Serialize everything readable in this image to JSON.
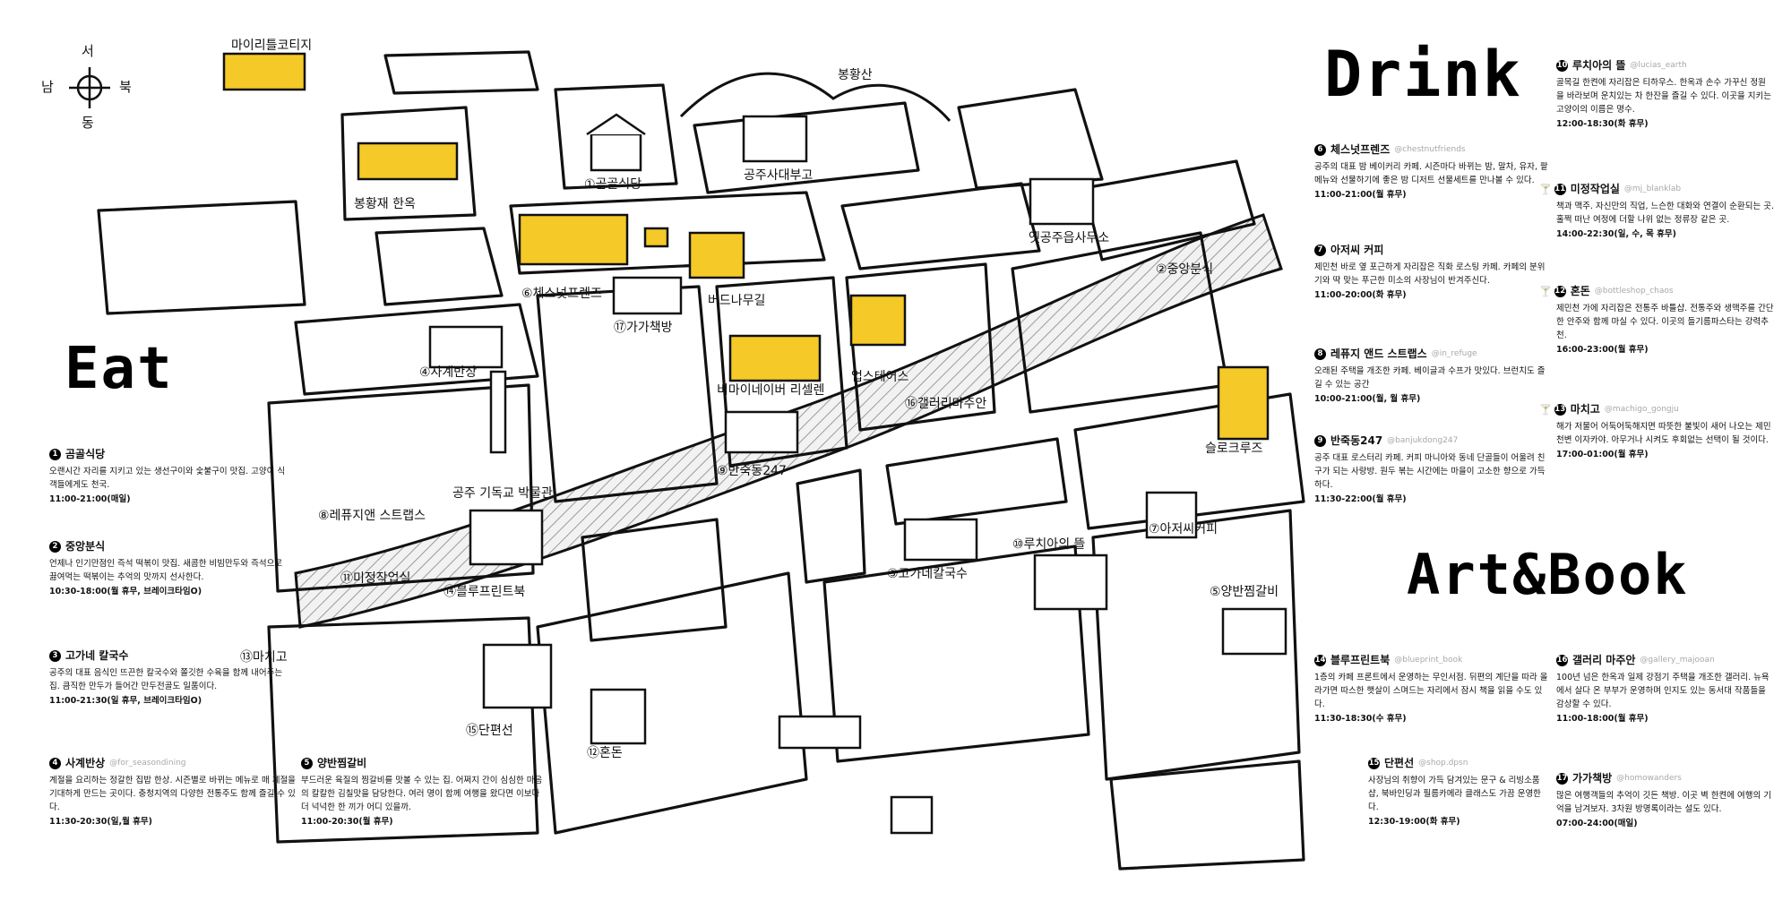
{
  "compass": {
    "north": "북",
    "south": "남",
    "east": "동",
    "west": "서"
  },
  "colors": {
    "accent": "#f5c927",
    "line": "#111111",
    "river": "#e6e6e6"
  },
  "sections": {
    "eat": "Eat",
    "drink": "Drink",
    "art": "Art&Book"
  },
  "map_labels": {
    "bonghwang": "봉황산",
    "hanok": "봉황재 한옥",
    "mairi": "마이리틀코티지",
    "gomgol": "①곰골식당",
    "gongju_office": "공주사대부고",
    "old_office": "옛공주읍사무소",
    "chestnut": "⑥체스넛프렌즈",
    "gaga": "⑰가가책방",
    "bird": "버드나무길",
    "sagye": "④사계반상",
    "jungang": "②중앙분식",
    "upstairs": "업스테어스",
    "gallery_majooan": "⑯갤러리마주안",
    "bima": "비마이네이버 리셀렌",
    "banjuk": "⑨반죽동247",
    "museum": "공주 기독교 박물관",
    "refuge": "⑧레퓨지앤 스트랩스",
    "mijeong": "⑪미정작업실",
    "blueprint": "⑭블루프린트북",
    "machigo": "⑬마치고",
    "danpyeon": "⑮단편선",
    "gogane": "③고가네칼국수",
    "lucia": "⑩루치아의 뜰",
    "yangban": "⑤양반찜갈비",
    "aje": "⑦아저씨커피",
    "slow": "슬로크루즈",
    "hondon": "⑫혼돈"
  },
  "eat": [
    {
      "num": "1",
      "name": "곰골식당",
      "handle": "",
      "desc": "오랜시간 자리를 지키고 있는 생선구이와 숯불구이 맛집. 고양이 식객들에게도 천국.",
      "hours": "11:00-21:00(매일)"
    },
    {
      "num": "2",
      "name": "중앙분식",
      "handle": "",
      "desc": "언제나 인기만점인 즉석 떡볶이 맛집. 새콤한 비빔만두와 즉석으로 끓여먹는 떡볶이는 추억의 맛까지 선사한다.",
      "hours": "10:30-18:00(월 휴무, 브레이크타임O)"
    },
    {
      "num": "3",
      "name": "고가네 칼국수",
      "handle": "",
      "desc": "공주의 대표 음식인 뜨끈한 칼국수와 쫄깃한 수육을 함께 내어주는 집. 큼직한 만두가 들어간 만두전골도 일품이다.",
      "hours": "11:00-21:30(일 휴무, 브레이크타임O)"
    },
    {
      "num": "4",
      "name": "사계반상",
      "handle": "@for_seasondining",
      "desc": "계절을 요리하는 정갈한 집밥 한상. 시즌별로 바뀌는 메뉴로 매 계절을 기대하게 만드는 곳이다. 충청지역의 다양한 전통주도 함께 즐길 수 있다.",
      "hours": "11:30-20:30(일,월 휴무)"
    },
    {
      "num": "5",
      "name": "양반찜갈비",
      "handle": "",
      "desc": "부드러운 육질의 찜갈비를 맛볼 수 있는 집. 어쩌지 간이 심심한 마음의 칼칼한 김칠맛을 담당한다. 여러 명이 함께 여행을 왔다면 이보다 더 넉넉한 한 끼가 어디 있을까.",
      "hours": "11:00-20:30(월 휴무)"
    }
  ],
  "drink": [
    {
      "num": "6",
      "name": "체스넛프렌즈",
      "handle": "@chestnutfriends",
      "desc": "공주의 대표 밤 베이커리 카페. 시즌마다 바뀌는 밤, 말차, 유자, 팥 메뉴와 선물하기에 좋은 밤 디저트 선물세트를 만나볼 수 있다.",
      "hours": "11:00-21:00(월 휴무)",
      "glass": false
    },
    {
      "num": "7",
      "name": "아저씨 커피",
      "handle": "",
      "desc": "제민천 바로 옆 포근하게 자리잡은 직화 로스팅 카페. 카페의 분위기와 딱 맞는 푸근한 미소의 사장님이 반겨주신다.",
      "hours": "11:00-20:00(화 휴무)",
      "glass": false
    },
    {
      "num": "8",
      "name": "레퓨지 앤드 스트랩스",
      "handle": "@in_refuge",
      "desc": "오래된 주택을 개조한 카페. 베이글과 수프가 맛있다. 브런치도 즐길 수 있는 공간",
      "hours": "10:00-21:00(월, 월 휴무)",
      "glass": false
    },
    {
      "num": "9",
      "name": "반죽동247",
      "handle": "@banjukdong247",
      "desc": "공주 대표 로스터리 카페. 커피 마니아와 동네 단골들이 어울려 친구가 되는 사랑방. 원두 볶는 시간에는 마을이 고소한 향으로 가득하다.",
      "hours": "11:30-22:00(월 휴무)",
      "glass": false
    },
    {
      "num": "10",
      "name": "루치아의 뜰",
      "handle": "@lucias_earth",
      "desc": "골목길 한켠에 자리잡은 티하우스. 한옥과 손수 가꾸신 정원을 바라보며 운치있는 차 한잔을 즐길 수 있다. 이곳을 지키는 고양이의 이름은 명수.",
      "hours": "12:00-18:30(화 휴무)",
      "glass": false
    },
    {
      "num": "11",
      "name": "미정작업실",
      "handle": "@mj_blanklab",
      "desc": "책과 맥주. 자신만의 직업, 느슨한 대화와 연결이 순환되는 곳. 홀쩍 떠난 여정에 더할 나위 없는 정류장 같은 곳.",
      "hours": "14:00-22:30(일, 수, 목 휴무)",
      "glass": true
    },
    {
      "num": "12",
      "name": "혼돈",
      "handle": "@bottleshop_chaos",
      "desc": "제민천 가에 자리잡은 전통주 바틀샵. 전통주와 생맥주를 간단한 안주와 함께 마실 수 있다. 이곳의 들기름파스타는 강력추천.",
      "hours": "16:00-23:00(월 휴무)",
      "glass": true
    },
    {
      "num": "13",
      "name": "마치고",
      "handle": "@machigo_gongju",
      "desc": "해가 저물어 어둑어둑해지면 따뜻한 불빛이 새어 나오는 제민천변 이자카야. 아무거나 시켜도 후회없는 선택이 될 것이다.",
      "hours": "17:00-01:00(월 휴무)",
      "glass": true
    }
  ],
  "art": [
    {
      "num": "14",
      "name": "블루프린트북",
      "handle": "@blueprint_book",
      "desc": "1층의 카페 프론트에서 운영하는 무인서점. 뒤편의 계단을 따라 올라가면 따스한 햇살이 스며드는 자리에서 잠시 책을 읽을 수도 있다.",
      "hours": "11:30-18:30(수 휴무)"
    },
    {
      "num": "15",
      "name": "단편선",
      "handle": "@shop.dpsn",
      "desc": "사장님의 취향이 가득 담겨있는 문구 & 리빙소품샵, 북바인딩과 필름카메라 클래스도 가끔 운영한다.",
      "hours": "12:30-19:00(화 휴무)"
    },
    {
      "num": "16",
      "name": "갤러리 마주안",
      "handle": "@gallery_majooan",
      "desc": "100년 넘은 한옥과 일제 강점기 주택을 개조한 갤러리. 뉴욕에서 살다 온 부부가 운영하며 인지도 있는 동서대 작품들을 감상할 수 있다.",
      "hours": "11:00-18:00(월 휴무)"
    },
    {
      "num": "17",
      "name": "가가책방",
      "handle": "@homowanders",
      "desc": "많은 여행객들의 추억이 깃든 책방. 이곳 벽 한켠에 여행의 기억을 남겨보자. 3차원 방명록이라는 설도 있다.",
      "hours": "07:00-24:00(매일)"
    }
  ]
}
